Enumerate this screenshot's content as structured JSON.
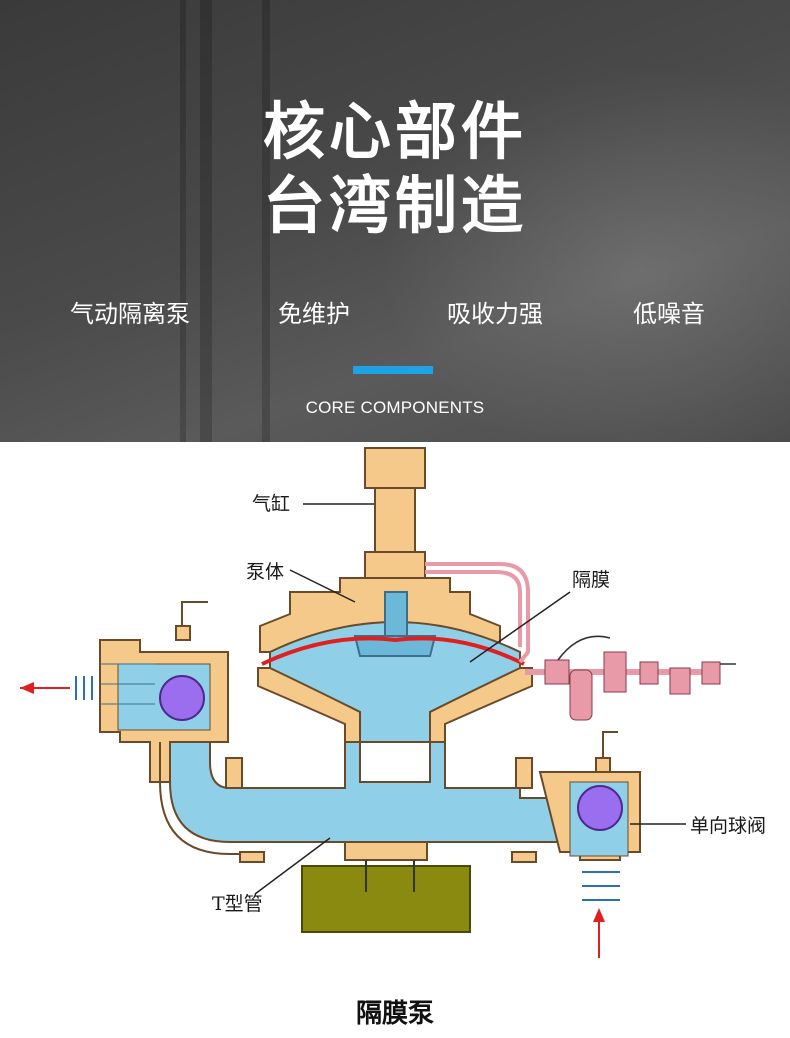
{
  "header": {
    "title_line1": "核心部件",
    "title_line2": "台湾制造",
    "features": [
      "气动隔离泵",
      "免维护",
      "吸收力强",
      "低噪音"
    ],
    "subtitle": "CORE COMPONENTS"
  },
  "diagram": {
    "labels": {
      "cylinder": "气缸",
      "pump_body": "泵体",
      "diaphragm": "隔膜",
      "check_ball_valve": "单向球阀",
      "t_pipe": "T型管"
    },
    "caption": "隔膜泵",
    "colors": {
      "body": "#f4c98a",
      "fluid": "#8fd0e8",
      "ball": "#9b6ef0",
      "diaphragm": "#e02020",
      "air_line": "#e89aa8",
      "base": "#8a8a10",
      "arrow": "#e02020"
    }
  },
  "theme": {
    "banner_accent": "#1ea3e6"
  }
}
